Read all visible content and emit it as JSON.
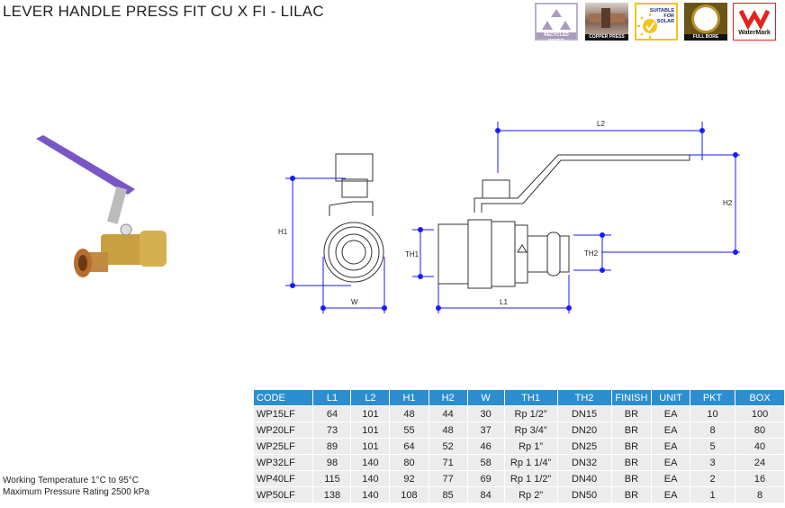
{
  "title": "LEVER HANDLE PRESS FIT CU X FI - LILAC",
  "badges": [
    {
      "icon": "recycle-icon",
      "caption": "RECYCLED WATER",
      "color": "#a99bbd"
    },
    {
      "icon": "copper-press-icon",
      "caption": "COPPER PRESS",
      "color": "#222222"
    },
    {
      "icon": "sun-check-icon",
      "caption": "SUITABLE FOR SOLAR",
      "lines": [
        "SUITABLE",
        "FOR",
        "SOLAR"
      ],
      "color": "#f6c21a"
    },
    {
      "icon": "full-bore-icon",
      "caption": "FULL BORE",
      "color": "#222222"
    },
    {
      "icon": "watermark-icon",
      "caption": "WaterMark",
      "color": "#e2231a"
    }
  ],
  "diagram_labels": {
    "h1": "H1",
    "w": "W",
    "th1": "TH1",
    "l1": "L1",
    "l2": "L2",
    "h2": "H2",
    "th2": "TH2"
  },
  "table": {
    "headers": [
      "CODE",
      "L1",
      "L2",
      "H1",
      "H2",
      "W",
      "TH1",
      "TH2",
      "FINISH",
      "UNIT",
      "PKT",
      "BOX"
    ],
    "rows": [
      [
        "WP15LF",
        "64",
        "101",
        "48",
        "44",
        "30",
        "Rp 1/2”",
        "DN15",
        "BR",
        "EA",
        "10",
        "100"
      ],
      [
        "WP20LF",
        "73",
        "101",
        "55",
        "48",
        "37",
        "Rp 3/4”",
        "DN20",
        "BR",
        "EA",
        "8",
        "80"
      ],
      [
        "WP25LF",
        "89",
        "101",
        "64",
        "52",
        "46",
        "Rp 1”",
        "DN25",
        "BR",
        "EA",
        "5",
        "40"
      ],
      [
        "WP32LF",
        "98",
        "140",
        "80",
        "71",
        "58",
        "Rp 1 1/4”",
        "DN32",
        "BR",
        "EA",
        "3",
        "24"
      ],
      [
        "WP40LF",
        "115",
        "140",
        "92",
        "77",
        "69",
        "Rp 1 1/2”",
        "DN40",
        "BR",
        "EA",
        "2",
        "16"
      ],
      [
        "WP50LF",
        "138",
        "140",
        "108",
        "85",
        "84",
        "Rp 2”",
        "DN50",
        "BR",
        "EA",
        "1",
        "8"
      ]
    ]
  },
  "notes": {
    "working_temperature": "Working Temperature  1°C to 95°C",
    "max_pressure": "Maximum Pressure Rating  2500 kPa"
  },
  "colors": {
    "header": "#2a8ed0",
    "dimension": "#1a1aff",
    "lever": "#7a55c8",
    "brass": "#c9a040"
  }
}
